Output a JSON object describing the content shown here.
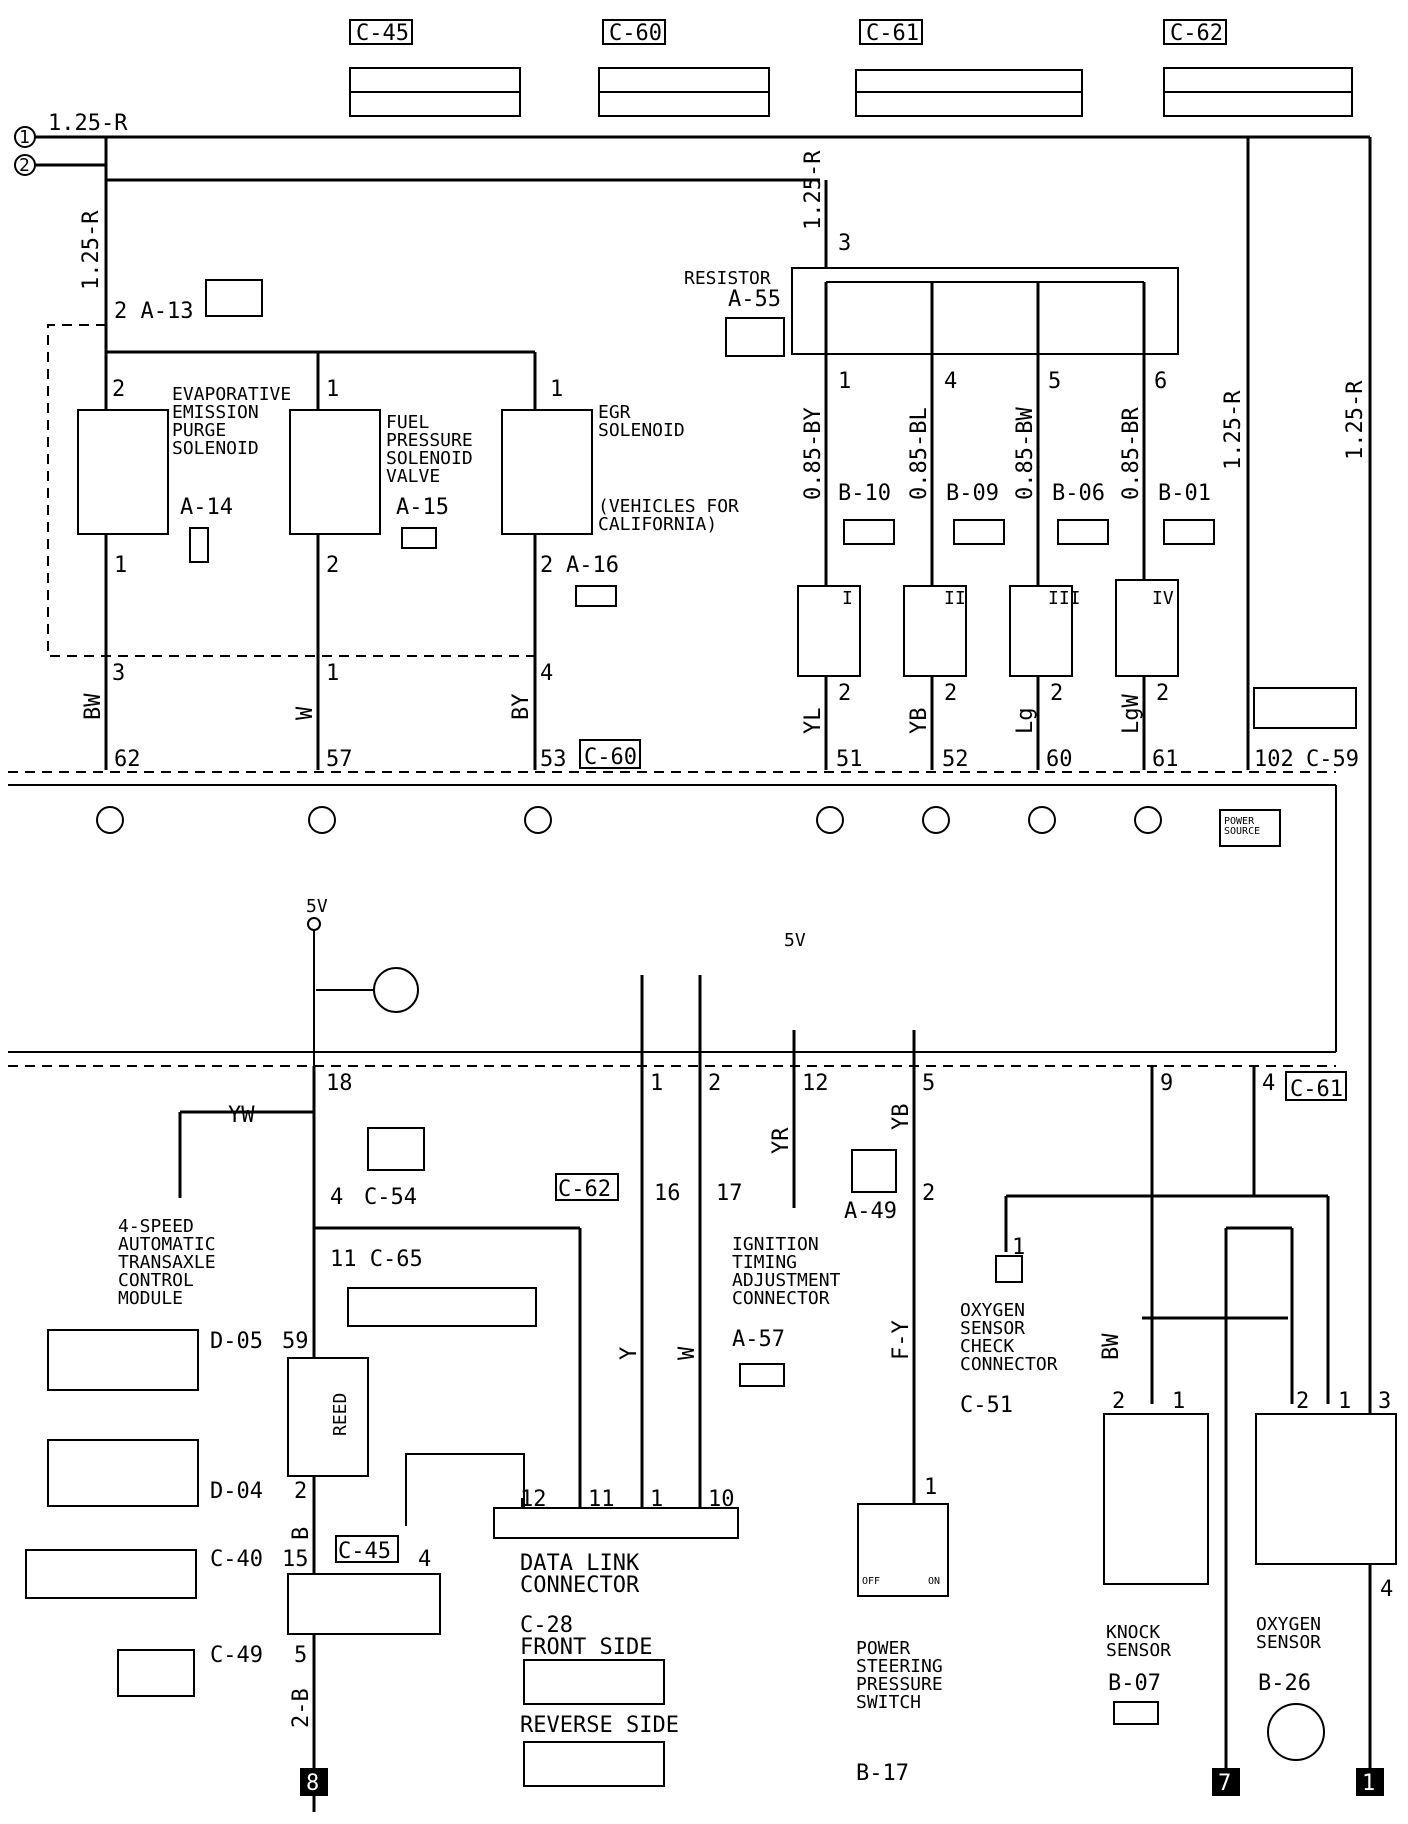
{
  "top_connectors": [
    "C-45",
    "C-60",
    "C-61",
    "C-62"
  ],
  "bus": {
    "circle1": "1",
    "circle2": "2",
    "wire": "1.25-R"
  },
  "left_wire": "1.25-R",
  "a13": "2 A-13",
  "solenoids": [
    {
      "name": "EVAPORATIVE\nEMISSION\nPURGE\nSOLENOID",
      "connector": "A-14",
      "pin_top": "2",
      "pin_bot": "1",
      "pin_junction": "3",
      "wire": "BW",
      "ecm_pin": "62"
    },
    {
      "name": "FUEL\nPRESSURE\nSOLENOID\nVALVE",
      "connector": "A-15",
      "pin_top": "1",
      "pin_bot": "2",
      "pin_junction": "1",
      "wire": "W",
      "ecm_pin": "57"
    },
    {
      "name": "EGR\nSOLENOID",
      "connector": "A-16",
      "pin_top": "1",
      "pin_bot": "2",
      "pin_junction": "4",
      "wire": "BY",
      "ecm_pin": "53",
      "note": "(VEHICLES FOR\nCALIFORNIA)"
    }
  ],
  "ecm_c60": "C-60",
  "resistor": {
    "label": "RESISTOR",
    "connector": "A-55",
    "in_pin": "3",
    "in_wire": "1.25-R"
  },
  "injectors": [
    {
      "pin_top": "1",
      "wire_top": "0.85-BY",
      "connector": "B-10",
      "numeral": "I",
      "pin_bot": "2",
      "wire_bot": "YL",
      "ecm_pin": "51"
    },
    {
      "pin_top": "4",
      "wire_top": "0.85-BL",
      "connector": "B-09",
      "numeral": "II",
      "pin_bot": "2",
      "wire_bot": "YB",
      "ecm_pin": "52"
    },
    {
      "pin_top": "5",
      "wire_top": "0.85-BW",
      "connector": "B-06",
      "numeral": "III",
      "pin_bot": "2",
      "wire_bot": "Lg",
      "ecm_pin": "60"
    },
    {
      "pin_top": "6",
      "wire_top": "0.85-BR",
      "connector": "B-01",
      "numeral": "IV",
      "pin_bot": "2",
      "wire_bot": "LgW",
      "ecm_pin": "61"
    }
  ],
  "right_wires": [
    "1.25-R",
    "1.25-R"
  ],
  "c59": {
    "pin": "102",
    "label": "C-59",
    "power": "POWER\nSOURCE"
  },
  "v5": "5V",
  "lower": {
    "p18": "18",
    "p1": "1",
    "p2": "2",
    "p12": "12",
    "p5": "5",
    "p9": "9",
    "p4": "4",
    "c61": "C-61",
    "yw": "YW",
    "c54pin": "4",
    "c54": "C-54",
    "c65pin": "11 C-65",
    "c62": "C-62",
    "w16": "16",
    "w17": "17",
    "y": "Y",
    "w": "W",
    "yr": "YR",
    "yb": "YB",
    "a49": "A-49",
    "a49pin": "2",
    "fy": "F-Y",
    "tcm": "4-SPEED\nAUTOMATIC\nTRANSAXLE\nCONTROL\nMODULE",
    "d05": "D-05",
    "d05pin": "59",
    "d04": "D-04",
    "reed": "REED",
    "reedpin": "2",
    "b": "B",
    "c40": "C-40",
    "c40pin": "15",
    "c45": "C-45",
    "c45pin": "4",
    "c49": "C-49",
    "c49pin": "5",
    "wire2b": "2-B",
    "ground8": "8",
    "dlc": "DATA LINK\nCONNECTOR",
    "dlc_pins": [
      "12",
      "11",
      "1",
      "10"
    ],
    "c28": "C-28\nFRONT SIDE",
    "reverse": "REVERSE SIDE",
    "ign": "IGNITION\nTIMING\nADJUSTMENT\nCONNECTOR",
    "a57": "A-57",
    "ps": "POWER\nSTEERING\nPRESSURE\nSWITCH",
    "pspin": "1",
    "off": "OFF",
    "on": "ON",
    "b17": "B-17",
    "o2chk": "OXYGEN\nSENSOR\nCHECK\nCONNECTOR",
    "c51": "C-51",
    "o2chkpin": "1",
    "bw": "BW",
    "knock": "KNOCK\nSENSOR",
    "b07": "B-07",
    "kpins": [
      "2",
      "1"
    ],
    "o2": "OXYGEN\nSENSOR",
    "b26": "B-26",
    "o2pins": [
      "2",
      "1",
      "3",
      "4"
    ],
    "ground7": "7",
    "ground1": "1"
  }
}
